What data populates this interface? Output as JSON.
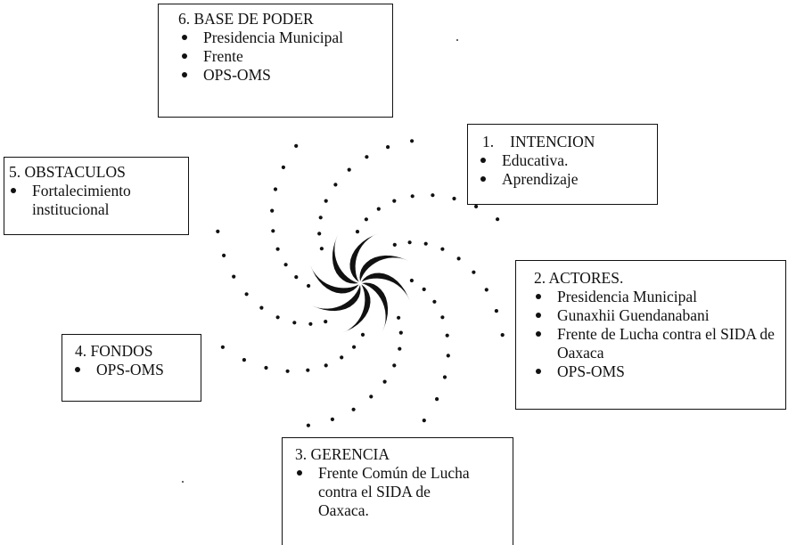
{
  "boxes": {
    "base_de_poder": {
      "title": "6. BASE DE PODER",
      "items": [
        "Presidencia Municipal",
        "Frente",
        "OPS-OMS"
      ]
    },
    "intencion": {
      "title_number": "1.",
      "title_text": "INTENCION",
      "items": [
        "Educativa.",
        "Aprendizaje"
      ]
    },
    "obstaculos": {
      "title": "5. OBSTACULOS",
      "items": [
        "Fortalecimiento institucional"
      ]
    },
    "actores": {
      "title": "2. ACTORES.",
      "items": [
        "Presidencia Municipal",
        "Gunaxhii Guendanabani",
        "Frente de Lucha contra el SIDA de Oaxaca",
        "OPS-OMS"
      ]
    },
    "fondos": {
      "title": "4. FONDOS",
      "items": [
        "OPS-OMS"
      ]
    },
    "gerencia": {
      "title": "3. GERENCIA",
      "items": [
        "Frente Común de Lucha contra el SIDA de Oaxaca."
      ]
    }
  },
  "colors": {
    "ink": "#111111",
    "background": "#ffffff"
  }
}
